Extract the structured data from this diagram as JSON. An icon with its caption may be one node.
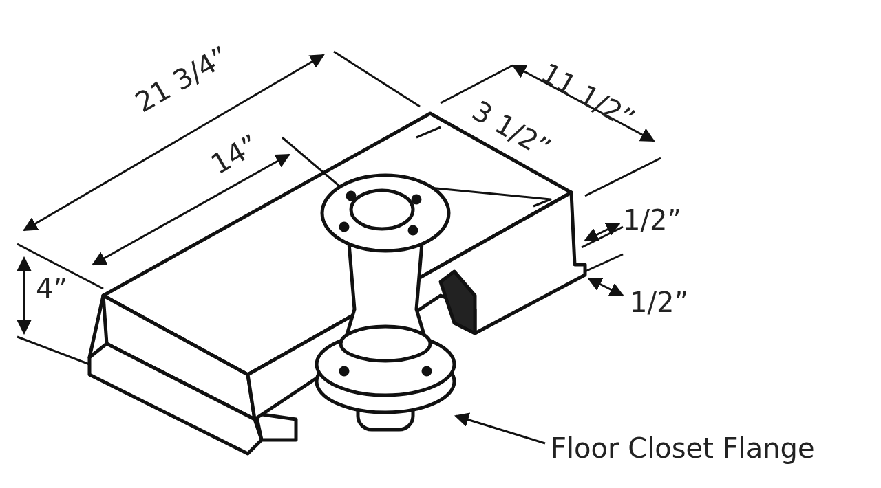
{
  "diagram": {
    "nodes": [
      {
        "text": [
          "Floor Closet Flange"
        ]
      },
      {
        "text": [],
        "shape": "picture"
      }
    ],
    "edges": [
      {
        "from": 0,
        "to": 1,
        "arrow": "to"
      }
    ],
    "labels": [
      "21 3/4”",
      "11 1/2”",
      "3 1/2”",
      "14”",
      "1/2”",
      "1/2”",
      "4”"
    ]
  }
}
